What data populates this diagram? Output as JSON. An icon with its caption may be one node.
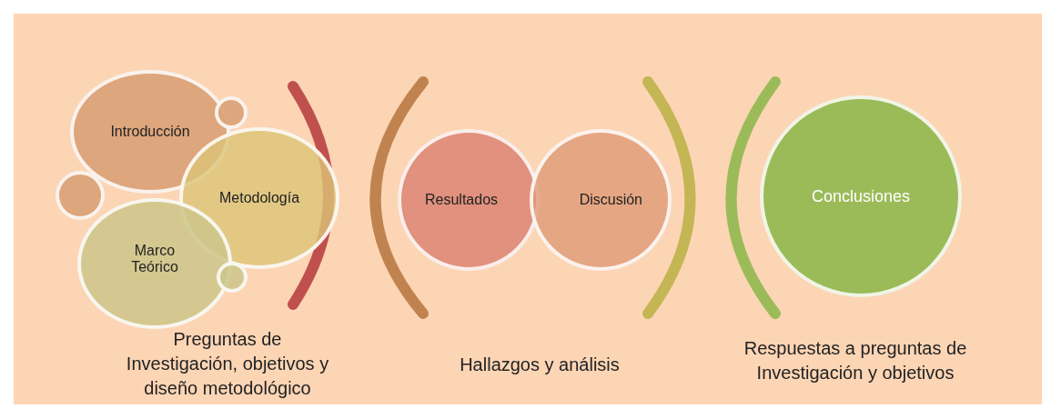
{
  "diagram": {
    "nodes": [
      {
        "text": [
          "Introducción"
        ]
      },
      {
        "text": [
          "Metodología"
        ]
      },
      {
        "text": [
          "Marco Teórico"
        ]
      },
      {
        "text": [],
        "shape": "circle"
      },
      {
        "text": [],
        "shape": "circle"
      },
      {
        "text": [],
        "shape": "circle"
      },
      {
        "text": [
          "Resultados"
        ]
      },
      {
        "text": [
          "Discusión"
        ]
      },
      {
        "text": [
          "Conclusiones"
        ]
      }
    ],
    "edges": [],
    "labels": [
      "Preguntas de Investigación, objetivos y diseño metodológico",
      "Hallazgos y análisis",
      "Respuestas a preguntas de Investigación y objetivos"
    ]
  }
}
